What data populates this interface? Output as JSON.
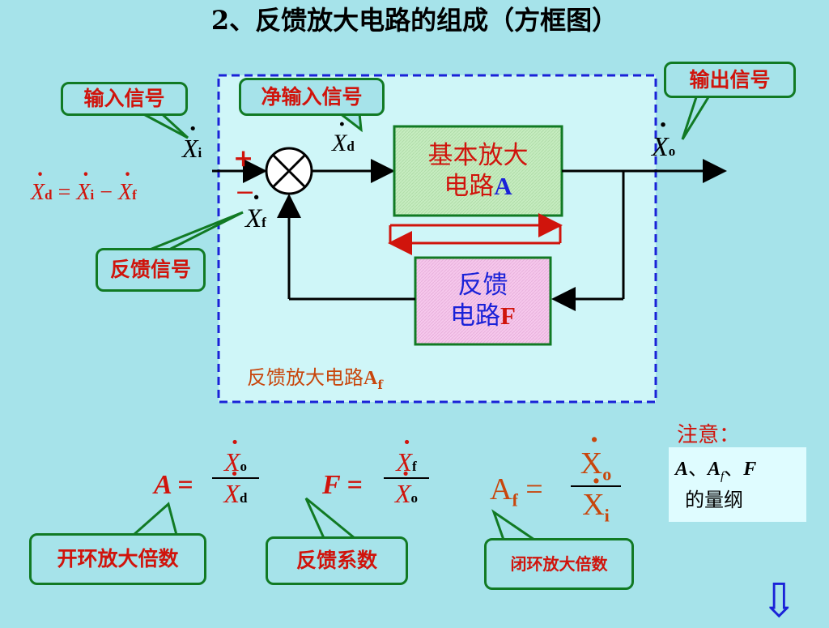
{
  "title": "2、反馈放大电路的组成（方框图）",
  "callouts": {
    "input_signal": "输入信号",
    "net_input_signal": "净输入信号",
    "output_signal": "输出信号",
    "feedback_signal": "反馈信号",
    "open_loop_gain": "开环放大倍数",
    "feedback_coefficient": "反馈系数",
    "closed_loop_gain": "闭环放大倍数"
  },
  "diagram": {
    "amplifier_line1": "基本放大",
    "amplifier_line2": "电路",
    "amplifier_symbol": "A",
    "feedback_line1": "反馈",
    "feedback_line2": "电路",
    "feedback_symbol": "F",
    "system_label": "反馈放大电路",
    "system_symbol": "A",
    "system_sub": "f",
    "plus_sign": "+",
    "minus_sign": "−",
    "signal_x": "X",
    "sub_i": "i",
    "sub_d": "d",
    "sub_o": "o",
    "sub_f": "f"
  },
  "equations": {
    "difference_lhs": "X",
    "difference_lhs_sub": "d",
    "equals": "=",
    "minus": "−",
    "A_symbol": "A",
    "F_symbol": "F",
    "Af_symbol": "A",
    "Af_sub": "f"
  },
  "note": {
    "heading": "注意：",
    "line1_A": "A",
    "line1_sep": "、",
    "line1_Af": "A",
    "line1_Af_sub": "f",
    "line1_F": "F",
    "line2": "的量纲"
  },
  "nav": {
    "down_arrow": "⇩"
  },
  "colors": {
    "background": "#a6e3ea",
    "accent_red": "#d0140c",
    "callout_border": "#117a24",
    "dashed_border": "#1a22d8",
    "system_fill": "#cff6f8",
    "amplifier_fill": "#c6ecc0",
    "feedback_fill": "#f6c8ec",
    "label_orange": "#c8460c"
  }
}
